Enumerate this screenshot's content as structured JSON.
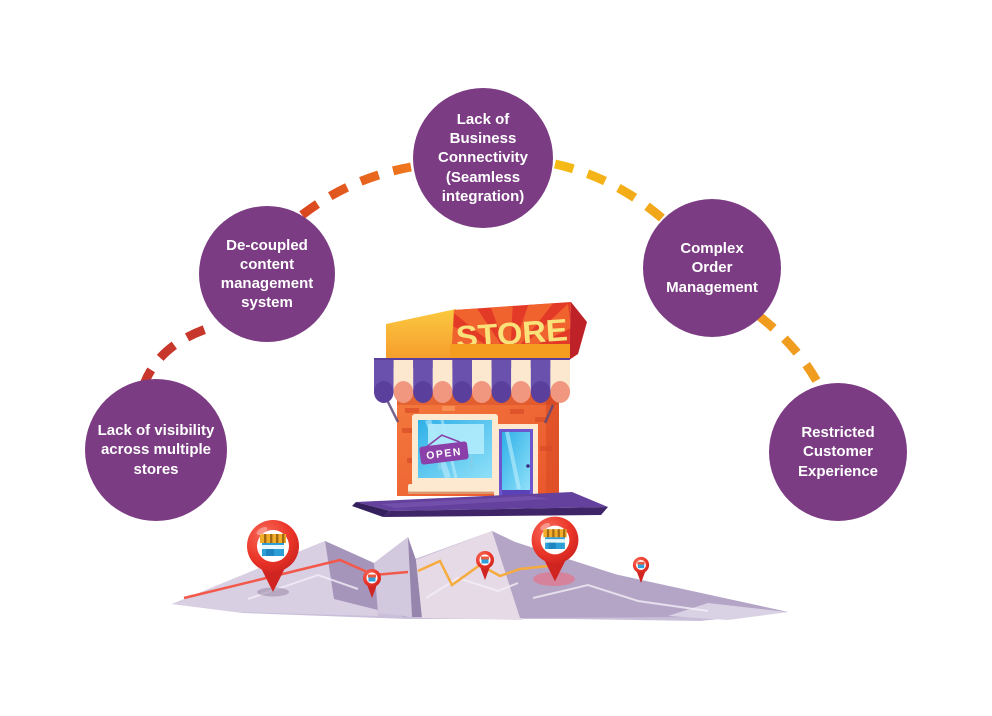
{
  "diagram": {
    "background_color": "#ffffff",
    "circle_color": "#7b3c83",
    "circle_text_color": "#ffffff",
    "challenges": [
      {
        "position": "top",
        "label": "Lack of\nBusiness\nConnectivity\n(Seamless\nintegration)"
      },
      {
        "position": "upper-left",
        "label": "De-coupled\ncontent\nmanagement\nsystem"
      },
      {
        "position": "left",
        "label": "Lack of visibility\nacross multiple\nstores"
      },
      {
        "position": "upper-right",
        "label": "Complex\nOrder\nManagement"
      },
      {
        "position": "right",
        "label": "Restricted\nCustomer\nExperience"
      }
    ],
    "connector": {
      "style": "dashed-arc",
      "left_lower_color": "#c8372b",
      "left_upper_color": "#ee6a1f",
      "right_upper_color": "#f3b11c",
      "right_lower_color": "#f09d1f"
    },
    "store": {
      "sign_text": "STORE",
      "open_sign_text": "OPEN",
      "sign_text_color": "#f9e27a",
      "sign_background": "#e33a28",
      "awning_colors": [
        "#6b51ae",
        "#fbe8cf"
      ],
      "platform_color": "#65419e"
    },
    "map": {
      "base_color": "#cabfd9",
      "pin_color": "#e23127",
      "large_store_pins": 2,
      "small_pins": 3,
      "route_colors": [
        "#f2594a",
        "#f6ab3e"
      ]
    }
  }
}
